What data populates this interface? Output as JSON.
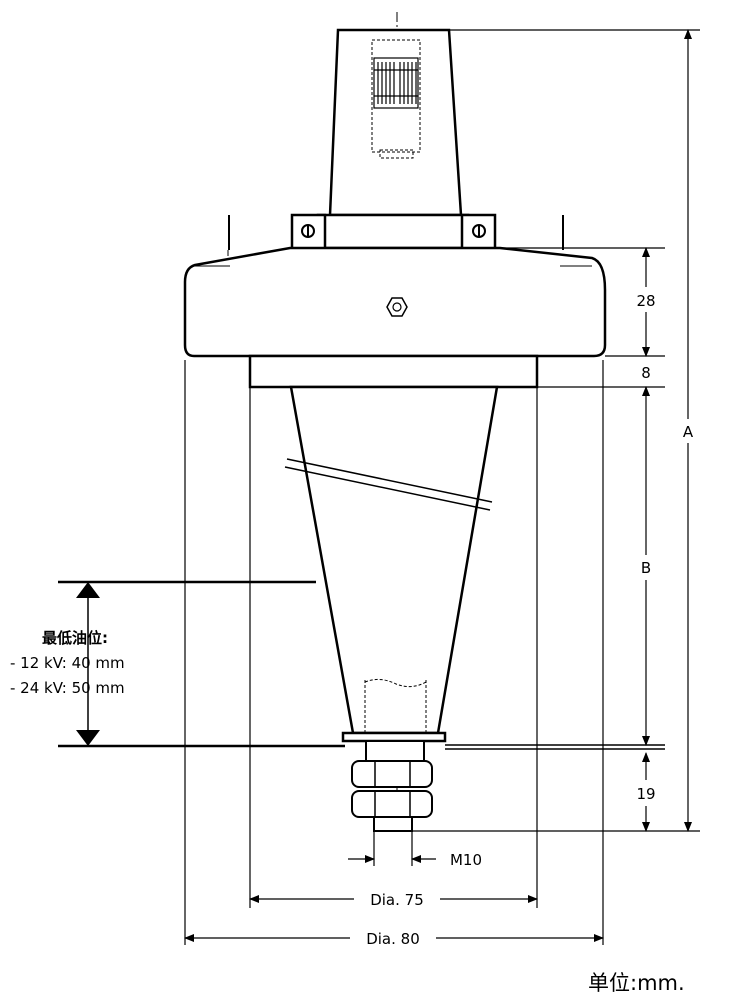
{
  "dimensions": {
    "a": "A",
    "b": "B",
    "d28": "28",
    "d8": "8",
    "d19": "19",
    "thread": "M10",
    "dia75": "Dia. 75",
    "dia80": "Dia. 80"
  },
  "oil_level": {
    "title": "最低油位:",
    "line1": "- 12 kV: 40 mm",
    "line2": "- 24 kV: 50 mm"
  },
  "unit_note": "单位:mm."
}
